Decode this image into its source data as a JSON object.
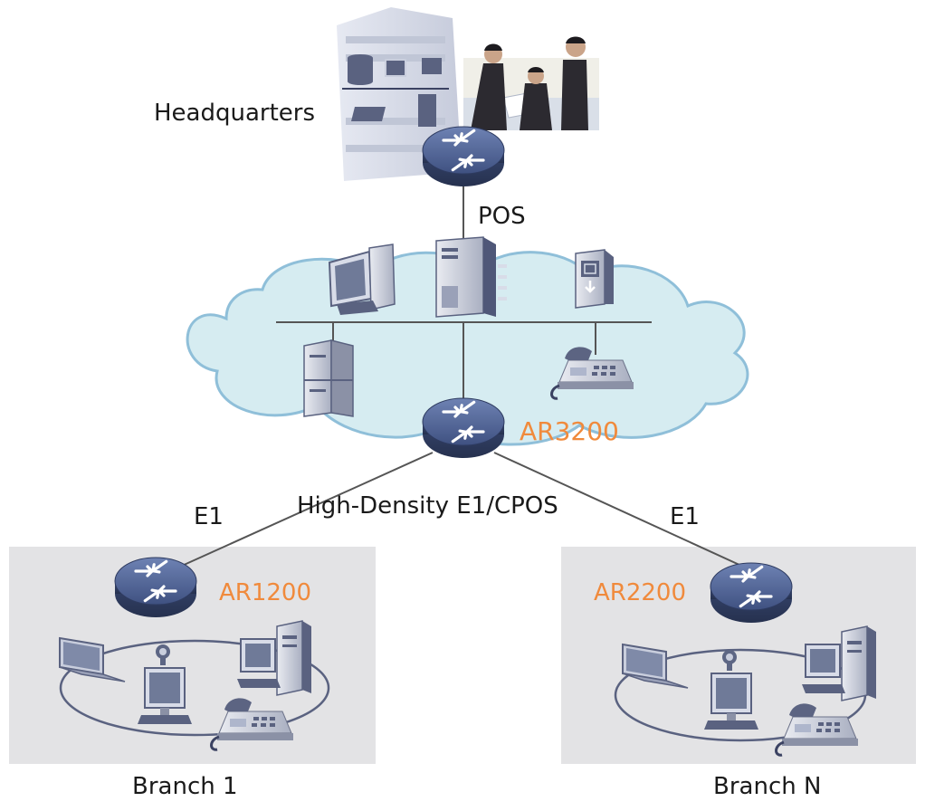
{
  "headquarters": {
    "label": "Headquarters",
    "uplink_label": "POS"
  },
  "core": {
    "router_label": "AR3200",
    "trunk_label": "High-Density E1/CPOS"
  },
  "links": {
    "left_label": "E1",
    "right_label": "E1"
  },
  "branches": [
    {
      "label": "Branch 1",
      "router_label": "AR1200"
    },
    {
      "label": "Branch N",
      "router_label": "AR2200"
    }
  ],
  "colors": {
    "router_label": "#f08a3c",
    "cloud_fill": "#d6ecf1",
    "cloud_stroke": "#8fbfd9",
    "branch_panel": "#e3e3e5",
    "router_body": "#4d5f8c",
    "line": "#555555"
  },
  "icons": {
    "headquarters": [
      "office-building-icon",
      "business-people-photo"
    ],
    "core_devices": [
      "pc-icon",
      "server-icon",
      "firewall-icon",
      "storage-server-icon",
      "ip-phone-icon"
    ],
    "branch_devices": [
      "laptop-icon",
      "webcam-icon",
      "monitor-icon",
      "pc-tower-icon",
      "ip-phone-icon"
    ],
    "router": "router-icon"
  }
}
